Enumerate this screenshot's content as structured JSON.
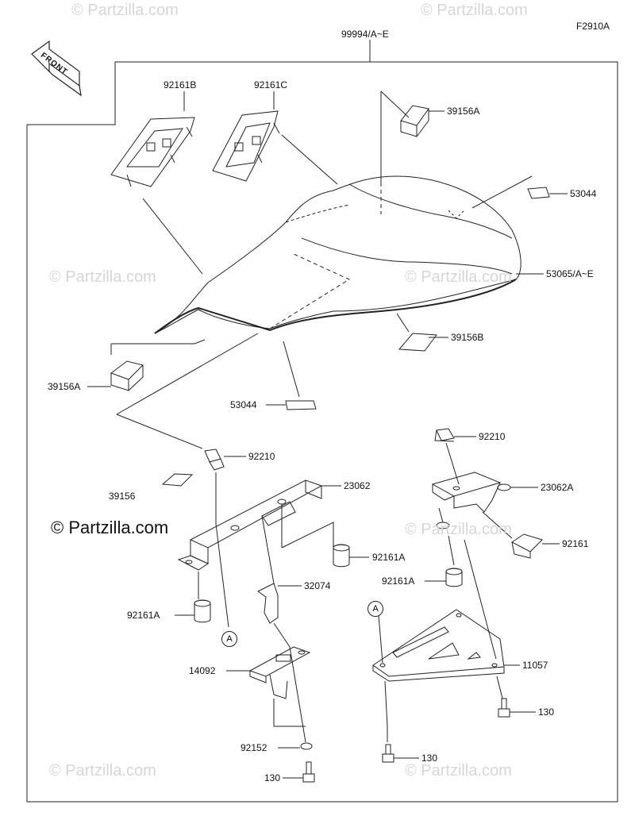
{
  "figure_id": "F2910A",
  "front_label": "FRONT",
  "watermark_text": "© Partzilla.com",
  "callouts": {
    "c99994": "99994/A~E",
    "c92161B": "92161B",
    "c92161C": "92161C",
    "c39156A_top": "39156A",
    "c53044_right": "53044",
    "c53065": "53065/A~E",
    "c39156B": "39156B",
    "c39156A_left": "39156A",
    "c53044_mid": "53044",
    "c92210_left": "92210",
    "c92210_right": "92210",
    "c39156": "39156",
    "c23062": "23062",
    "c23062A": "23062A",
    "c92161A_mid": "92161A",
    "c92161A_left": "92161A",
    "c92161A_right": "92161A",
    "c92161": "92161",
    "c32074": "32074",
    "c14092": "14092",
    "c11057": "11057",
    "c92152": "92152",
    "c130_right": "130",
    "c130_mid": "130",
    "c130_bottom": "130",
    "refA_left": "A",
    "refA_right": "A"
  },
  "colors": {
    "line": "#222222",
    "watermark": "#d6d6d6"
  }
}
